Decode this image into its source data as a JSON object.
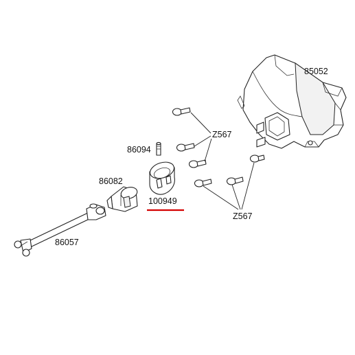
{
  "parts": {
    "gearbox_housing": "85052",
    "screws_upper": "Z567",
    "screws_lower": "Z567",
    "pin": "86094",
    "outdrive_cup": "86082",
    "highlighted_part": "100949",
    "drive_shaft": "86057"
  },
  "highlight_color": "#d40000"
}
